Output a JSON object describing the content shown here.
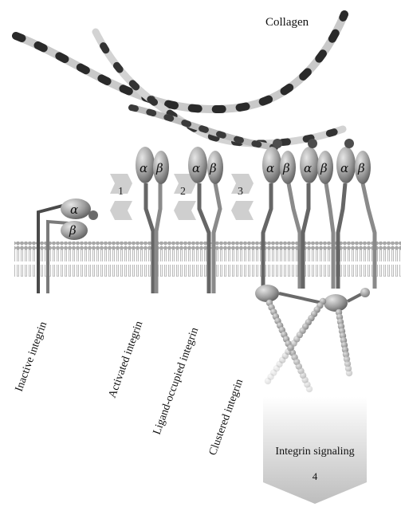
{
  "labels": {
    "collagen": "Collagen",
    "alpha": "α",
    "beta": "β",
    "inactive": "Inactive integrin",
    "activated": "Activated integrin",
    "ligand": "Ligand-occupied integrin",
    "clustered": "Clustered integrin",
    "signaling": "Integrin signaling"
  },
  "steps": [
    "1",
    "2",
    "3",
    "4"
  ],
  "colors": {
    "collagen_light": "#c9c9c9",
    "collagen_dark": "#2a2a2a",
    "integrin_head": "#9a9a9a",
    "integrin_leg": "#7a7a7a",
    "membrane": "#b8b8b8",
    "arrow": "#cfcfcf"
  }
}
